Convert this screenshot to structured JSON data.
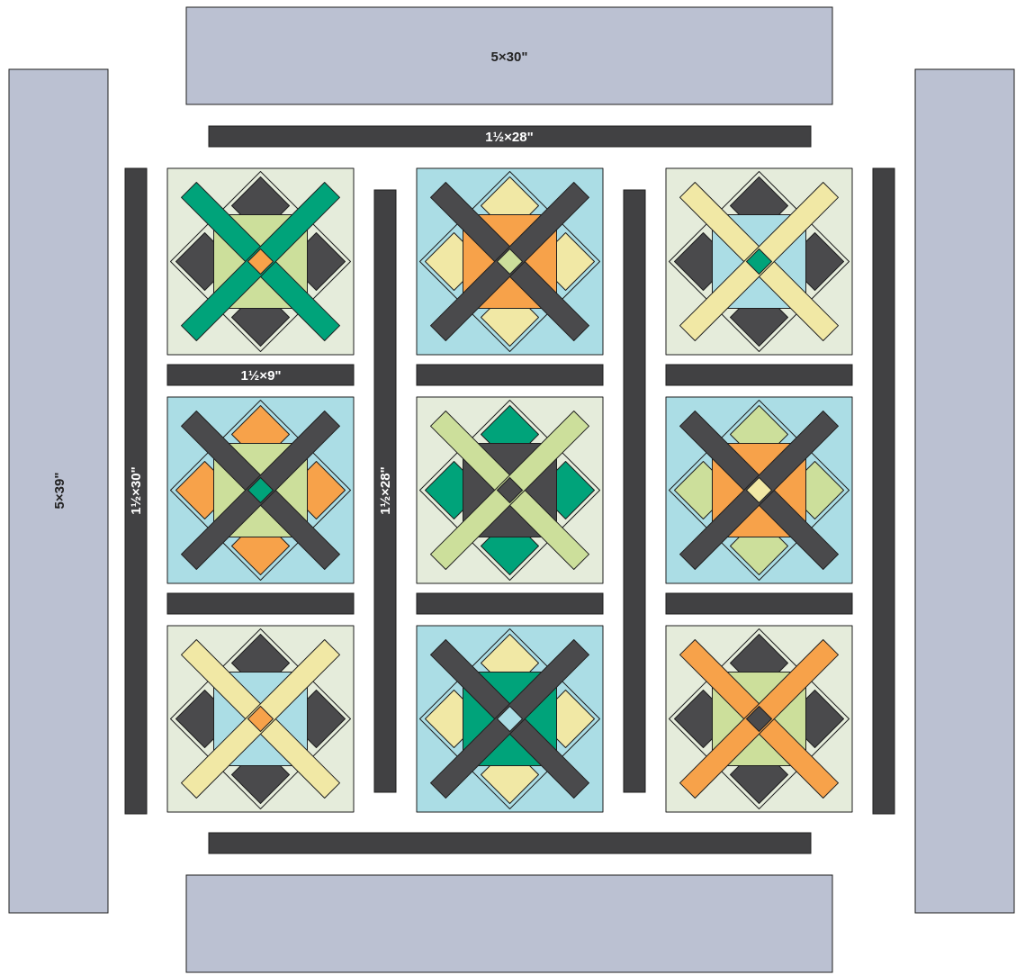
{
  "labels": {
    "top_border": "5×30\"",
    "side_border": "5×39\"",
    "top_sashing": "1½×28\"",
    "block_sashing": "1½×9\"",
    "side_sashing": "1½×30\"",
    "inner_sashing": "1½×28\""
  },
  "colors": {
    "border": "#bbc1d2",
    "sashing": "#414143",
    "outline": "#1f1f1f",
    "light_green": "#e5ecdb",
    "light_blue": "#abdde5",
    "lime": "#ccdf9b",
    "emerald": "#00a37a",
    "orange": "#f7a24a",
    "yellow": "#f1e8a5",
    "charcoal": "#4a4a4c"
  },
  "blocks": [
    {
      "background": "light_green",
      "cross": "emerald",
      "center_square": "lime",
      "center_accent": "orange"
    },
    {
      "background": "light_blue",
      "cross": "charcoal",
      "center_square": "orange",
      "center_accent": "lime"
    },
    {
      "background": "light_green",
      "cross": "yellow",
      "center_square": "light_blue",
      "center_accent": "emerald"
    },
    {
      "background": "light_blue",
      "cross": "charcoal",
      "center_square": "lime",
      "center_accent": "emerald"
    },
    {
      "background": "light_green",
      "cross": "lime",
      "center_square": "charcoal",
      "center_accent": "charcoal"
    },
    {
      "background": "light_blue",
      "cross": "charcoal",
      "center_square": "orange",
      "center_accent": "yellow"
    },
    {
      "background": "light_green",
      "cross": "yellow",
      "center_square": "light_blue",
      "center_accent": "orange"
    },
    {
      "background": "light_blue",
      "cross": "charcoal",
      "center_square": "emerald",
      "center_accent": "light_blue"
    },
    {
      "background": "light_green",
      "cross": "orange",
      "center_square": "lime",
      "center_accent": "charcoal"
    }
  ],
  "block_points": [
    {
      "background": "light_green",
      "points": "charcoal"
    },
    {
      "background": "light_blue",
      "points": "yellow"
    },
    {
      "background": "light_green",
      "points": "charcoal"
    },
    {
      "background": "light_blue",
      "points": "orange"
    },
    {
      "background": "light_green",
      "points": "emerald"
    },
    {
      "background": "light_blue",
      "points": "lime"
    },
    {
      "background": "light_green",
      "points": "charcoal"
    },
    {
      "background": "light_blue",
      "points": "yellow"
    },
    {
      "background": "light_green",
      "points": "charcoal"
    }
  ]
}
